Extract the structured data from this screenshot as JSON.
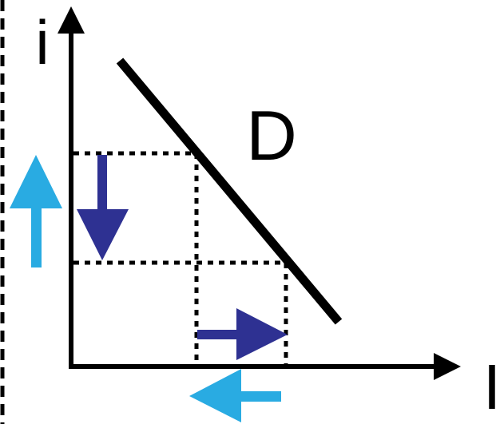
{
  "diagram": {
    "y_axis_label": "i",
    "x_axis_label": "I",
    "curve_label": "D"
  },
  "colors": {
    "axis": "#000000",
    "curve": "#000000",
    "guides": "#000000",
    "movement_arrow": "#2e3192",
    "shift_arrow": "#29abe2"
  },
  "icons": {
    "rate_change_arrow": "arrow-down-icon",
    "quantity_change_arrow": "arrow-right-icon",
    "rate_shift_arrow": "arrow-up-icon",
    "quantity_shift_arrow": "arrow-left-icon"
  }
}
